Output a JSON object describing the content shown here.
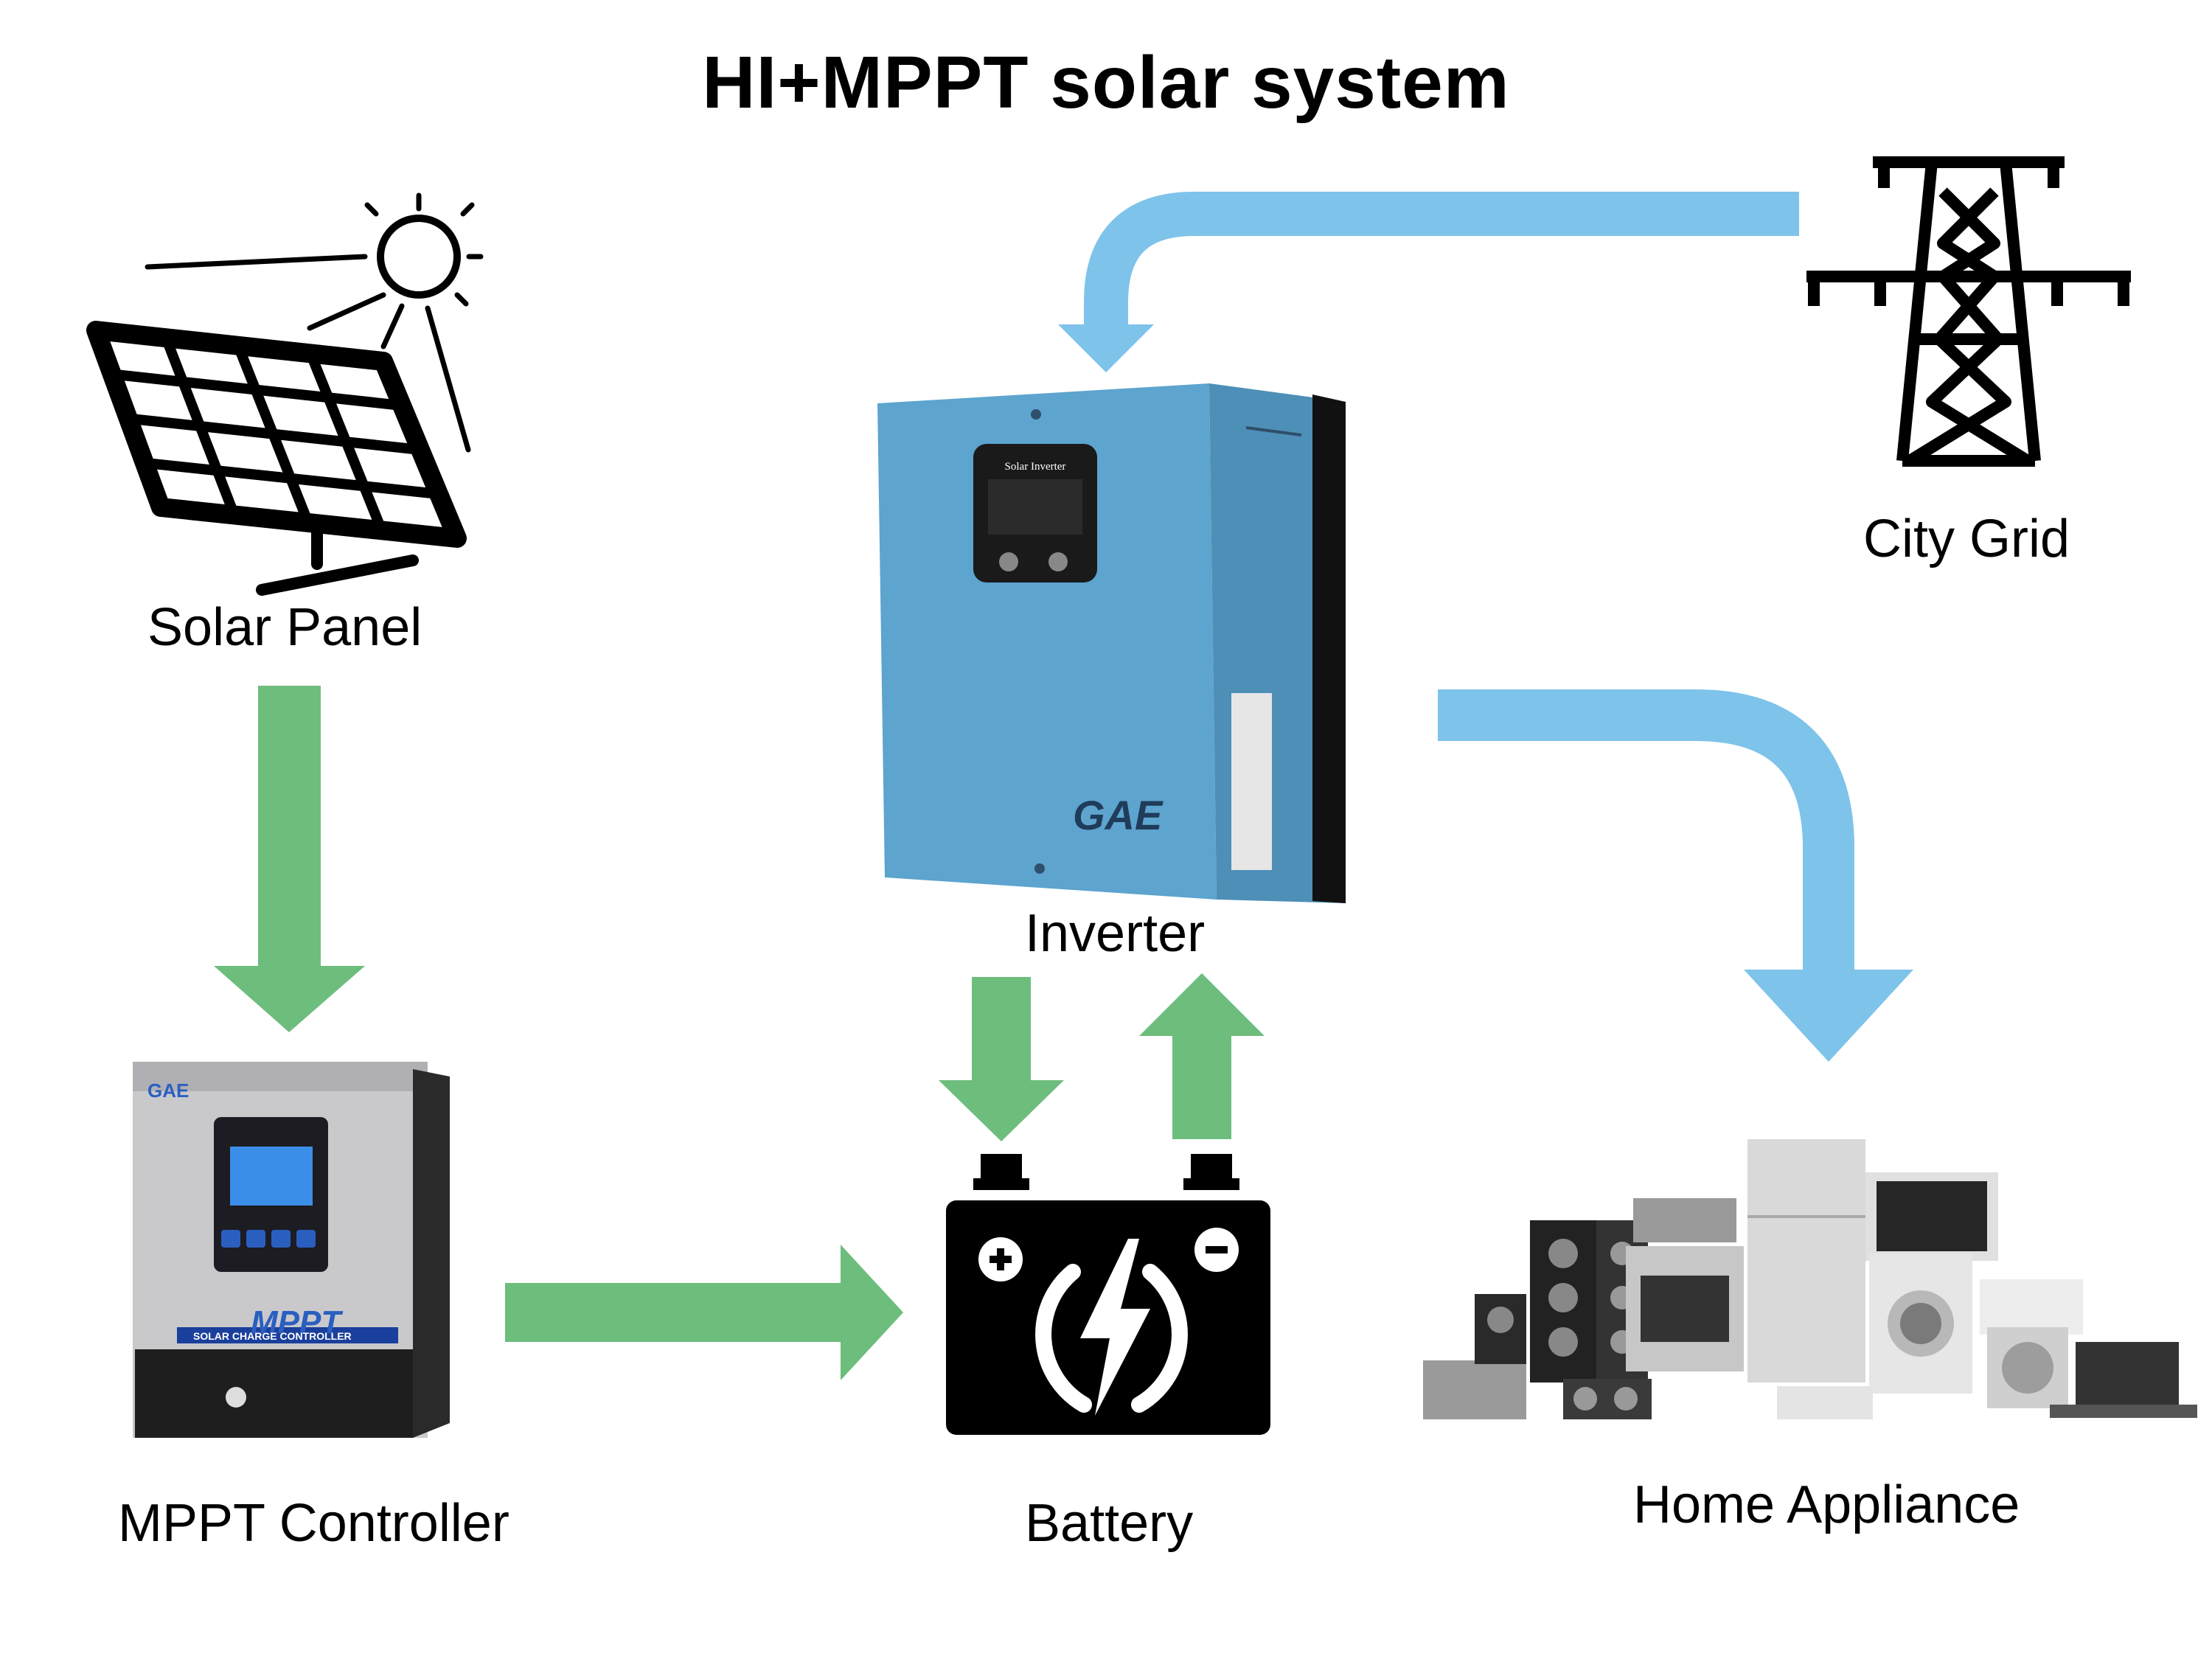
{
  "title": "HI+MPPT solar system",
  "nodes": {
    "solar_panel": "Solar Panel",
    "mppt_controller": "MPPT Controller",
    "battery": "Battery",
    "inverter": "Inverter",
    "city_grid": "City Grid",
    "home_appliance": "Home Appliance"
  },
  "device_text": {
    "inverter_display": "Solar Inverter",
    "brand": "GAE",
    "mppt_brand": "MPPT",
    "mppt_subtitle": "SOLAR CHARGE CONTROLLER"
  },
  "colors": {
    "dc_arrow": "#6dbd7d",
    "ac_arrow": "#7ec3ea",
    "inverter_body": "#5da4cf",
    "mppt_body": "#b9b9bd"
  }
}
